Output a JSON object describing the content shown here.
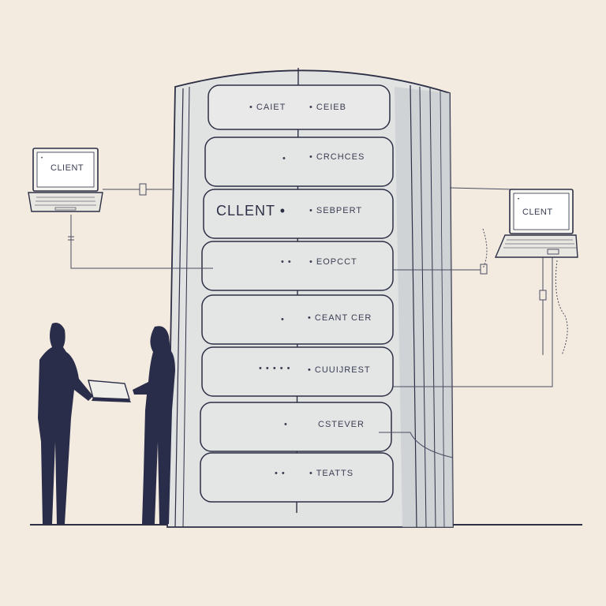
{
  "colors": {
    "background": "#f4ebe0",
    "cylinder": "#dfe1e2",
    "outline": "#2c2f45",
    "figure": "#2a2d4a"
  },
  "laptops": {
    "left": {
      "screen_text": "CLIENT",
      "icon": "laptop-icon"
    },
    "right": {
      "screen_text": "CLENT",
      "icon": "laptop-icon"
    }
  },
  "slots": [
    {
      "left": "• CAIET",
      "right": "• CEIEB"
    },
    {
      "left": "•",
      "right": "• CRCHCES"
    },
    {
      "left": "CLLENT •",
      "right": "• SEBPERT"
    },
    {
      "left": "• •",
      "right": "• EOPCCT"
    },
    {
      "left": "•",
      "right": "• CEANT CER"
    },
    {
      "left": "• • • • •",
      "right": "• CUUIJREST"
    },
    {
      "left": "•",
      "right": "CSTEVER"
    },
    {
      "left": "• •",
      "right": "• TEATTS"
    }
  ],
  "figures": {
    "icon": "people-exchanging-laptop-icon"
  }
}
